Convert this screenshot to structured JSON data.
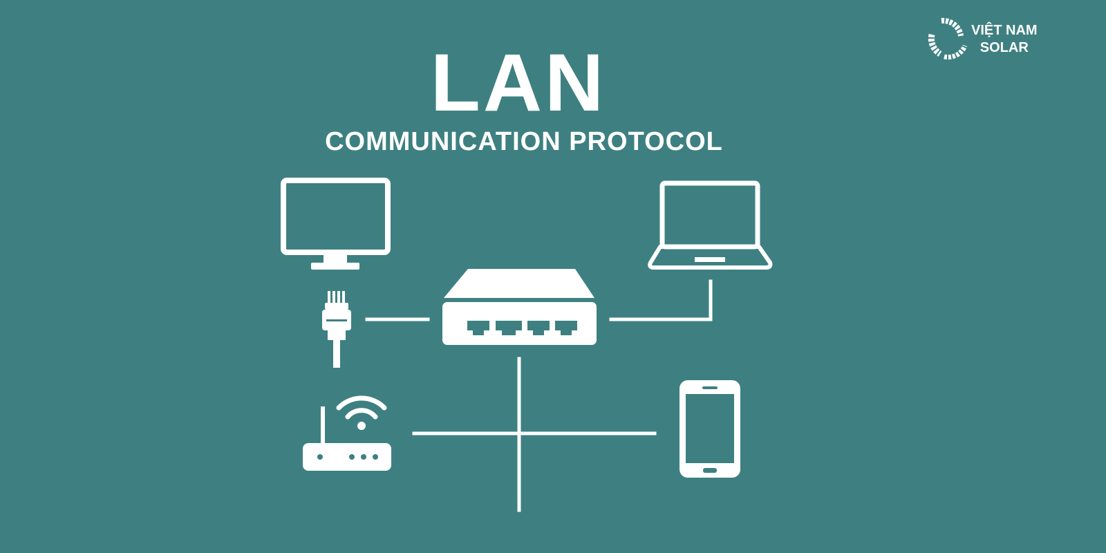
{
  "title": "LAN",
  "subtitle": "COMMUNICATION PROTOCOL",
  "logo": {
    "line1": "VIỆT NAM",
    "line2": "SOLAR"
  },
  "colors": {
    "background": "#3e8081",
    "foreground": "#ffffff"
  }
}
